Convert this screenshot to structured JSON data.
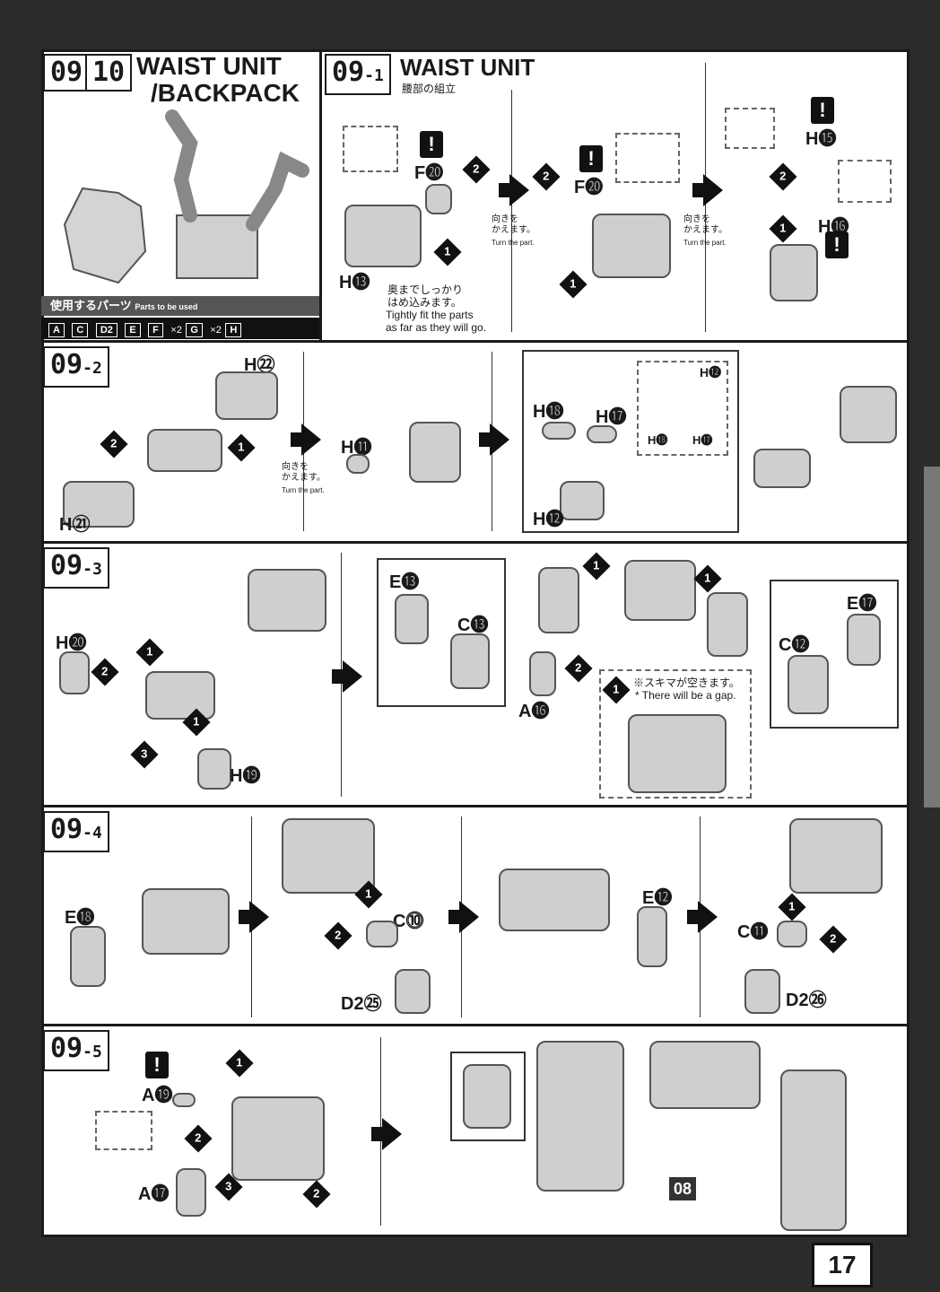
{
  "header": {
    "step_a": "09",
    "step_b": "10",
    "title1": "WAIST UNIT",
    "title2": "/BACKPACK"
  },
  "parts_used": {
    "label_jp": "使用するパーツ",
    "label_en": "Parts to be used",
    "chips": [
      "A",
      "C",
      "D2",
      "E",
      "F",
      "×2",
      "G",
      "×2",
      "H"
    ]
  },
  "s091": {
    "tag": "09",
    "tag_sub": "-1",
    "title": "WAIST UNIT",
    "subtitle": "腰部の組立",
    "labels": {
      "h13": "H⓭",
      "f20a": "F⓴",
      "f20b": "F⓴",
      "h15": "H⓯",
      "h16": "H⓰"
    },
    "note_jp1": "奥までしっかり",
    "note_jp2": "はめ込みます。",
    "note_en1": "Tightly fit the parts",
    "note_en2": "as far as they will go.",
    "turn_jp1": "向きを",
    "turn_jp2": "かえます。",
    "turn_en": "Turn the part."
  },
  "s092": {
    "tag": "09",
    "tag_sub": "-2",
    "labels": {
      "h22": "H㉒",
      "h21": "H㉑",
      "h11": "H⓫",
      "h18": "H⓲",
      "h17": "H⓱",
      "h12": "H⓬",
      "h12b": "H⓬",
      "h18b": "H⓲",
      "h17b": "H⓱"
    },
    "turn_jp1": "向きを",
    "turn_jp2": "かえます。",
    "turn_en": "Turn the part."
  },
  "s093": {
    "tag": "09",
    "tag_sub": "-3",
    "labels": {
      "h20": "H⓴",
      "h19": "H⓳",
      "e13": "E⓭",
      "c13": "C⓭",
      "a16": "A⓰",
      "e17": "E⓱",
      "c12": "C⓬"
    },
    "gap_jp": "※スキマが空きます。",
    "gap_en": "* There will be a gap."
  },
  "s094": {
    "tag": "09",
    "tag_sub": "-4",
    "labels": {
      "e18": "E⓲",
      "c10": "C⓾",
      "d225": "D2㉕",
      "e12": "E⓬",
      "c11": "C⓫",
      "d226": "D2㉖"
    }
  },
  "s095": {
    "tag": "09",
    "tag_sub": "-5",
    "labels": {
      "a19": "A⓳",
      "a17": "A⓱"
    },
    "ref": "08"
  },
  "page": "17"
}
